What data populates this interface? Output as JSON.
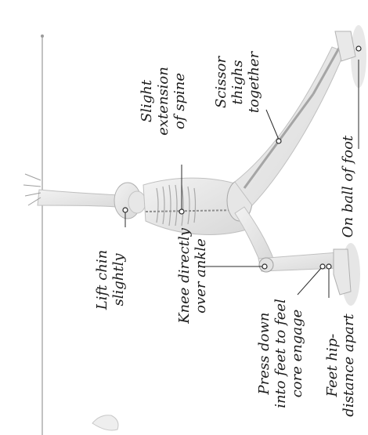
{
  "annotations": {
    "lift_chin": [
      "Lift chin",
      "slightly"
    ],
    "spine": [
      "Slight",
      "extension",
      "of spine"
    ],
    "scissor": [
      "Scissor",
      "thighs",
      "together"
    ],
    "knee": [
      "Knee directly",
      "over ankle"
    ],
    "press": [
      "Press down",
      "into feet to feel",
      "core engage"
    ],
    "feet": [
      "Feet hip-",
      "distance apart"
    ],
    "ball": [
      "On ball of foot"
    ]
  },
  "colors": {
    "bone": "#dcdcdc",
    "bone_outline": "#b9b9b9",
    "leader": "#2a2a2a"
  }
}
